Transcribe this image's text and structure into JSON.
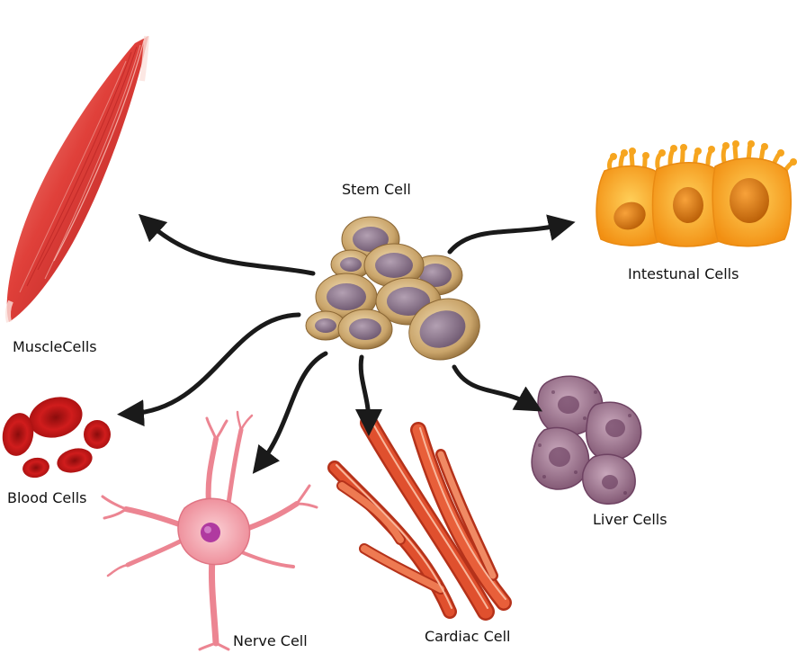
{
  "labels": {
    "stem_cell": "Stem Cell",
    "muscle_cells": "MuscleCells",
    "intestinal_cells": "Intestunal Cells",
    "blood_cells": "Blood Cells",
    "nerve_cell": "Nerve Cell",
    "cardiac_cell": "Cardiac Cell",
    "liver_cells": "Liver Cells"
  },
  "colors": {
    "arrow": "#1a1a1a",
    "stem_cell": "#c9a46a",
    "stem_nucleus": "#8a7488",
    "muscle": "#e0403a",
    "intestinal": "#f6a51f",
    "blood": "#c81a1a",
    "nerve": "#f08a94",
    "nerve_nucleus": "#b03aa0",
    "cardiac": "#e0502e",
    "liver": "#9a6f8e"
  }
}
